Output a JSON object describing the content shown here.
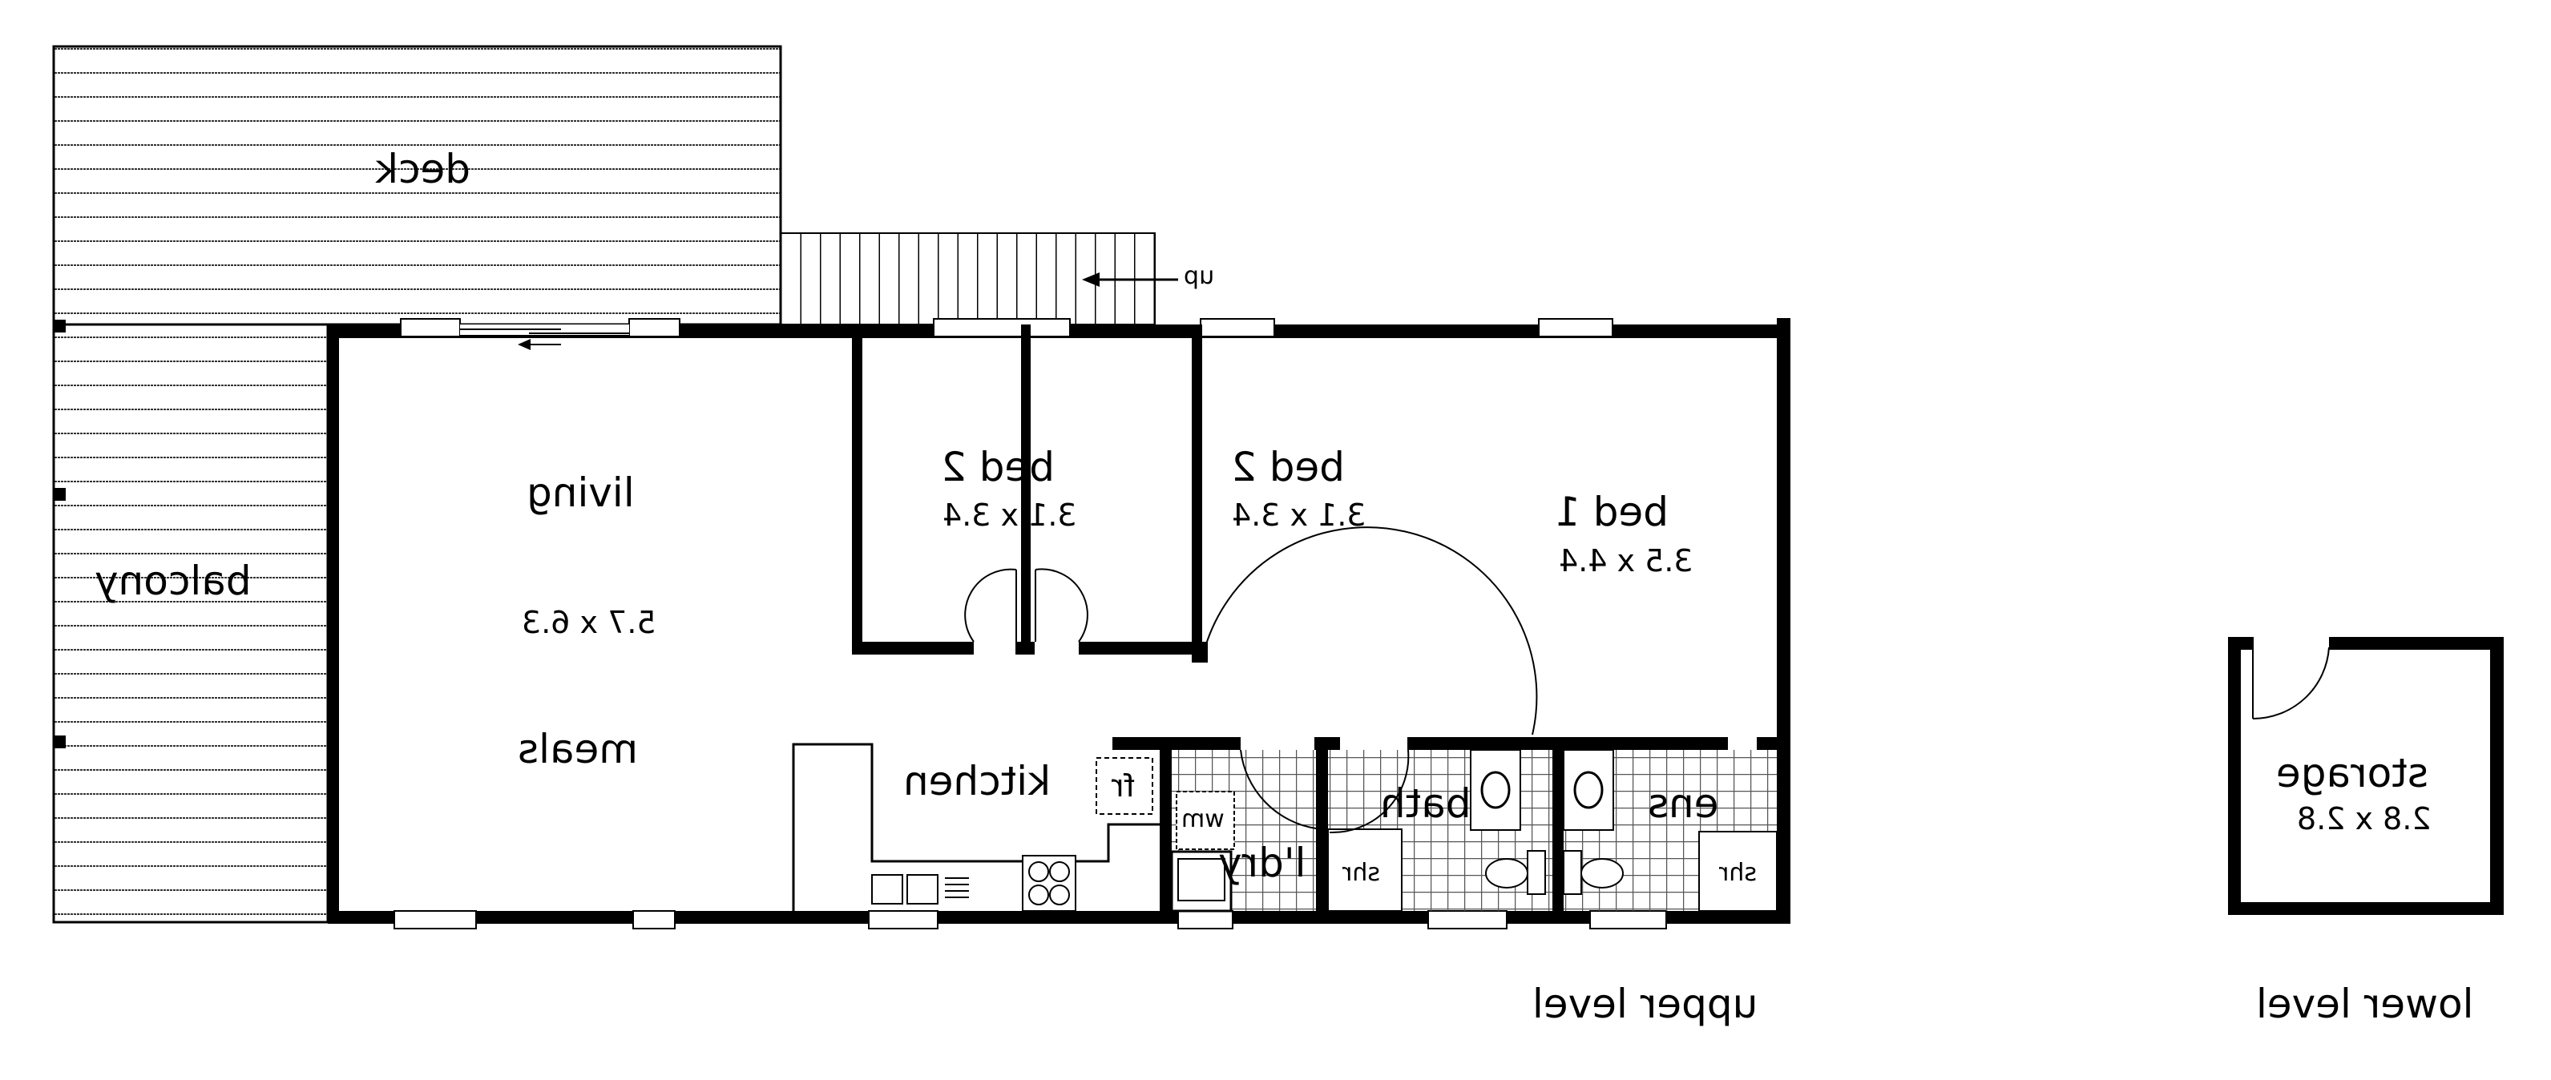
{
  "plan": {
    "orientation": "mirrored-horizontal",
    "colors": {
      "ink": "#000000",
      "background": "#ffffff"
    },
    "upper_level": {
      "title": "upper level",
      "deck": {
        "label": "deck"
      },
      "balcony": {
        "label": "balcony"
      },
      "stairs": {
        "label": "up"
      },
      "living": {
        "label": "living",
        "dimensions": "5.7 x 6.3"
      },
      "meals": {
        "label": "meals"
      },
      "bed2_a": {
        "label": "bed 2",
        "dimensions": "3.1 x 3.4"
      },
      "bed2_b": {
        "label": "bed 2",
        "dimensions": "3.1 x 3.4"
      },
      "bed1": {
        "label": "bed 1",
        "dimensions": "3.5 x 4.4"
      },
      "kitchen": {
        "label": "kitchen",
        "fridge": "fr"
      },
      "laundry": {
        "label": "l'dry",
        "washing_machine": "wm"
      },
      "bath": {
        "label": "bath",
        "shower": "shr"
      },
      "ensuite": {
        "label": "ens",
        "shower": "shr"
      }
    },
    "lower_level": {
      "title": "lower level",
      "storage": {
        "label": "storage",
        "dimensions": "2.8 x 2.8"
      }
    }
  }
}
